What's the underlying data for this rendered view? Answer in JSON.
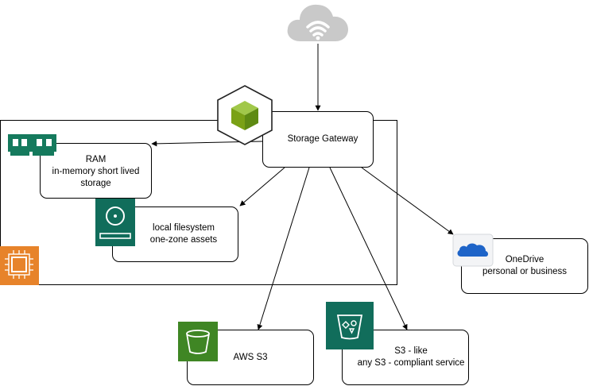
{
  "nodes": {
    "gateway": {
      "title": "Storage Gateway"
    },
    "ram": {
      "line1": "RAM",
      "line2": "in-memory short lived",
      "line3": "storage"
    },
    "local_fs": {
      "line1": "local filesystem",
      "line2": "one-zone assets"
    },
    "onedrive": {
      "line1": "OneDrive",
      "line2": "personal or business"
    },
    "aws_s3": {
      "title": "AWS S3"
    },
    "s3_like": {
      "line1": "S3 - like",
      "line2": "any S3 - compliant service"
    }
  },
  "icons": {
    "cloud": "cloud-wifi-icon",
    "gateway": "cube-icon",
    "ram": "memory-module-icon",
    "local_fs": "hard-disk-icon",
    "ec2": "ec2-instance-icon",
    "onedrive": "onedrive-icon",
    "aws_s3": "s3-bucket-icon",
    "s3_like": "bucket-with-shapes-icon"
  },
  "colors": {
    "ec2_orange": "#E7832A",
    "gateway_green": "#7AA116",
    "disk_teal": "#116D5B",
    "s3_green": "#3F8624",
    "onedrive_blue": "#1E64C8",
    "cloud_gray": "#C9C9C9"
  }
}
